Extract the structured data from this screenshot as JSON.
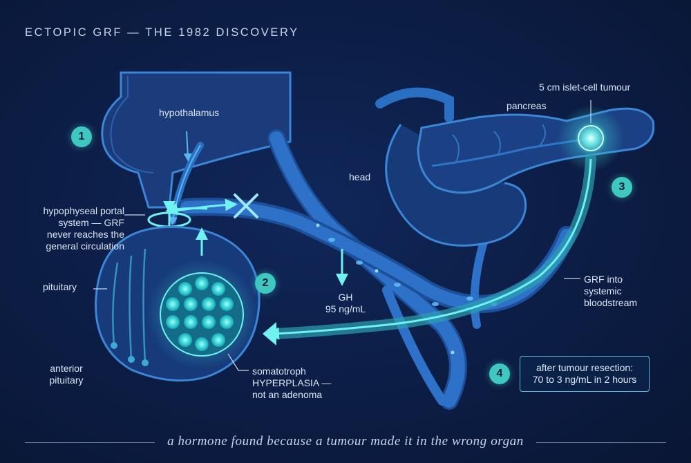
{
  "title": "ECTOPIC GRF — THE 1982 DISCOVERY",
  "labels": {
    "hypothalamus": "hypothalamus",
    "portal_line1": "hypophyseal portal",
    "portal_line2": "system — GRF",
    "portal_line3": "never reaches the",
    "portal_line4": "general circulation",
    "pituitary": "pituitary",
    "anterior_line1": "anterior",
    "anterior_line2": "pituitary",
    "gh_line1": "GH",
    "gh_line2": "95 ng/mL",
    "head": "head",
    "pancreas": "pancreas",
    "tumour": "5 cm islet-cell tumour",
    "grf_line1": "GRF into",
    "grf_line2": "systemic",
    "grf_line3": "bloodstream",
    "soma_line1": "somatotroph",
    "soma_line2": "HYPERPLASIA —",
    "soma_line3": "not an adenoma"
  },
  "steps": [
    "1",
    "2",
    "3",
    "4"
  ],
  "note": {
    "line1": "after tumour resection:",
    "line2": "70 to 3 ng/mL in 2 hours"
  },
  "caption": "a hormone found because a tumour made it in the wrong organ",
  "colors": {
    "background": "#0b1a3c",
    "accent_teal": "#3fc8bf",
    "vessel_blue": "#2a6fc2",
    "glow_cyan": "#6ff2f0"
  },
  "icons": [
    "blocked-x-icon"
  ]
}
